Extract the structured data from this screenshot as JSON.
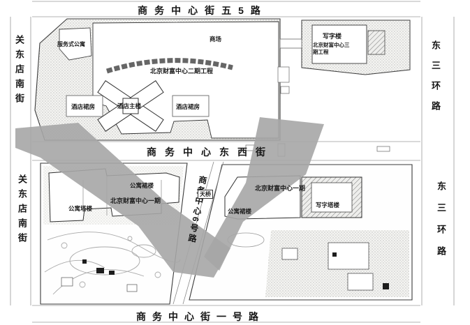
{
  "drawing": {
    "type": "architectural site plan",
    "streets": {
      "top": "商务中心街五5路",
      "middle": "商务中心东西街",
      "bottom": "商务中心街一号路",
      "west_north": "关东店南街",
      "west_south": "关东店南街",
      "east_north": "东三环路",
      "east_south": "东三环路",
      "diagonal": "商务中心6号路"
    },
    "buildings": {
      "serviced_apartment": "服务式公寓",
      "mall": "商场",
      "phase2": "北京财富中心二期工程",
      "hotel_podium_west": "酒店裙房",
      "hotel_main": "酒店主楼",
      "hotel_podium_east": "酒店裙房",
      "phase3_office": "写字楼",
      "phase3": "北京财富中心三期工程",
      "footbridge": "天桥",
      "apartment_podium_west": "公寓裙楼",
      "phase1_west": "北京财富中心一期",
      "apartment_tower": "公寓塔楼",
      "phase1_east": "北京财富中心一期",
      "apartment_podium_east": "公寓裙楼",
      "office_tower": "写字塔楼"
    },
    "colors": {
      "swath_gray": "#a6a6a6",
      "outline": "#333333",
      "background": "#ffffff"
    }
  }
}
